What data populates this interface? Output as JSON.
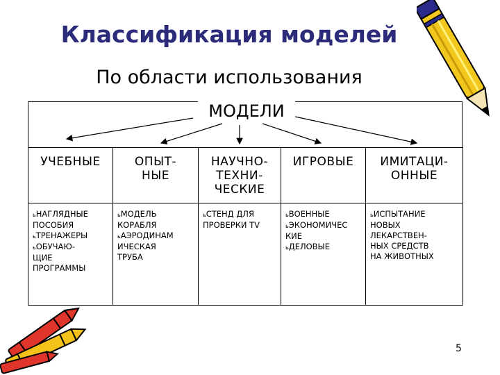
{
  "title": "Классификация моделей",
  "subtitle": "По области использования",
  "root": "МОДЕЛИ",
  "bullet": "ь",
  "categories": [
    {
      "heading": [
        "УЧЕБНЫЕ"
      ],
      "items": [
        [
          "НАГЛЯДНЫЕ",
          "ПОСОБИЯ"
        ],
        [
          "ТРЕНАЖЕРЫ"
        ],
        [
          "ОБУЧАЮ-",
          "ЩИЕ",
          "ПРОГРАММЫ"
        ]
      ]
    },
    {
      "heading": [
        "ОПЫТ-",
        "НЫЕ"
      ],
      "items": [
        [
          "МОДЕЛЬ",
          "КОРАБЛЯ"
        ],
        [
          "АЭРОДИНАМ",
          "ИЧЕСКАЯ",
          "ТРУБА"
        ]
      ]
    },
    {
      "heading": [
        "НАУЧНО-",
        "ТЕХНИ-",
        "ЧЕСКИЕ"
      ],
      "items": [
        [
          "СТЕНД ДЛЯ",
          "ПРОВЕРКИ TV"
        ]
      ]
    },
    {
      "heading": [
        "ИГРОВЫЕ"
      ],
      "items": [
        [
          "ВОЕННЫЕ"
        ],
        [
          "ЭКОНОМИЧЕС",
          "КИЕ"
        ],
        [
          "ДЕЛОВЫЕ"
        ]
      ]
    },
    {
      "heading": [
        "ИМИТАЦИ-",
        "ОННЫЕ"
      ],
      "items": [
        [
          "ИСПЫТАНИЕ",
          "НОВЫХ",
          "ЛЕКАРСТВЕН-",
          "НЫХ СРЕДСТВ",
          "НА ЖИВОТНЫХ"
        ]
      ]
    }
  ],
  "page_number": "5",
  "decorations": [
    "pencil-icon",
    "crayons-icon"
  ],
  "colors": {
    "title": "#2b2b7a",
    "pencil_body": "#f2c81e",
    "pencil_stripe": "#2a2a8a",
    "crayon_red": "#e0352b",
    "crayon_yellow": "#f5c21b"
  }
}
